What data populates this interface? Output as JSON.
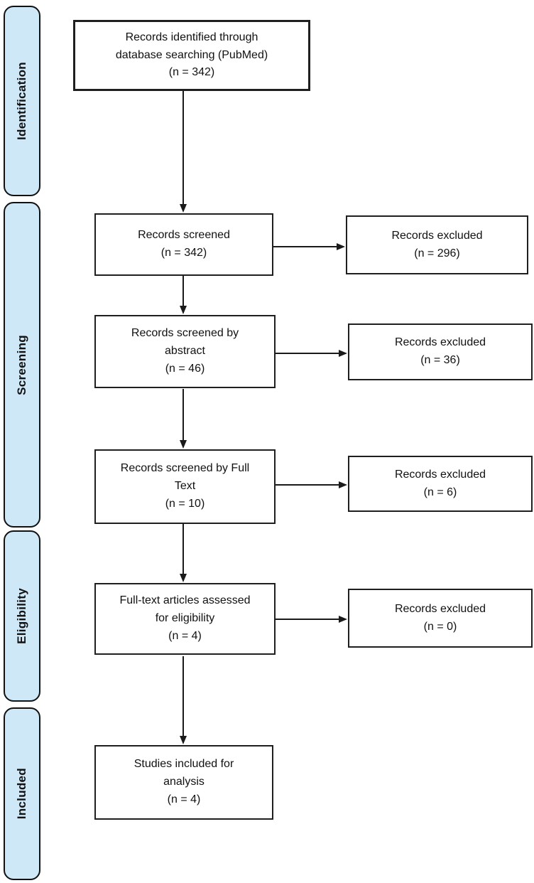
{
  "colors": {
    "phase_fill": "#cfe8f8",
    "border": "#1f1f1f",
    "background": "#ffffff"
  },
  "phases": [
    {
      "label": "Identification"
    },
    {
      "label": "Screening"
    },
    {
      "label": "Eligibility"
    },
    {
      "label": "Included"
    }
  ],
  "main_boxes": [
    {
      "text": "Records identified through\ndatabase searching (PubMed)\n(n = 342)"
    },
    {
      "text": "Records screened\n(n = 342)"
    },
    {
      "text": "Records screened by\nabstract\n(n = 46)"
    },
    {
      "text": "Records screened by Full\nText\n(n = 10)"
    },
    {
      "text": "Full-text articles assessed\nfor eligibility\n(n = 4)"
    },
    {
      "text": "Studies included for\nanalysis\n(n = 4)"
    }
  ],
  "excluded_boxes": [
    {
      "text": "Records excluded\n(n = 296)"
    },
    {
      "text": "Records excluded\n(n = 36)"
    },
    {
      "text": "Records excluded\n(n = 6)"
    },
    {
      "text": "Records excluded\n(n = 0)"
    }
  ]
}
